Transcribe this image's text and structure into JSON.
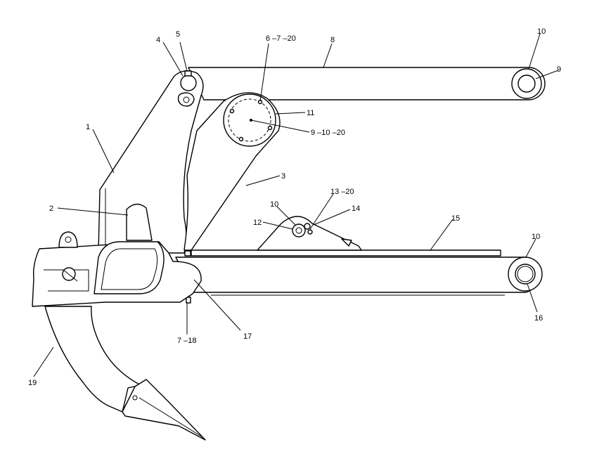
{
  "diagram": {
    "callouts": {
      "c1": "1",
      "c2": "2",
      "c3": "3",
      "c4": "4",
      "c5": "5",
      "c6_7_20": "6 –7 –20",
      "c7_18": "7 –18",
      "c8": "8",
      "c9_top": "9",
      "c9_10_20": "9 –10 –20",
      "c10_top": "10",
      "c10_mid": "10",
      "c10_lower": "10",
      "c11": "11",
      "c12": "12",
      "c13_20": "13 –20",
      "c14": "14",
      "c15": "15",
      "c16": "16",
      "c17": "17",
      "c19": "19"
    },
    "colors": {
      "line": "#000000",
      "background": "#ffffff"
    }
  }
}
